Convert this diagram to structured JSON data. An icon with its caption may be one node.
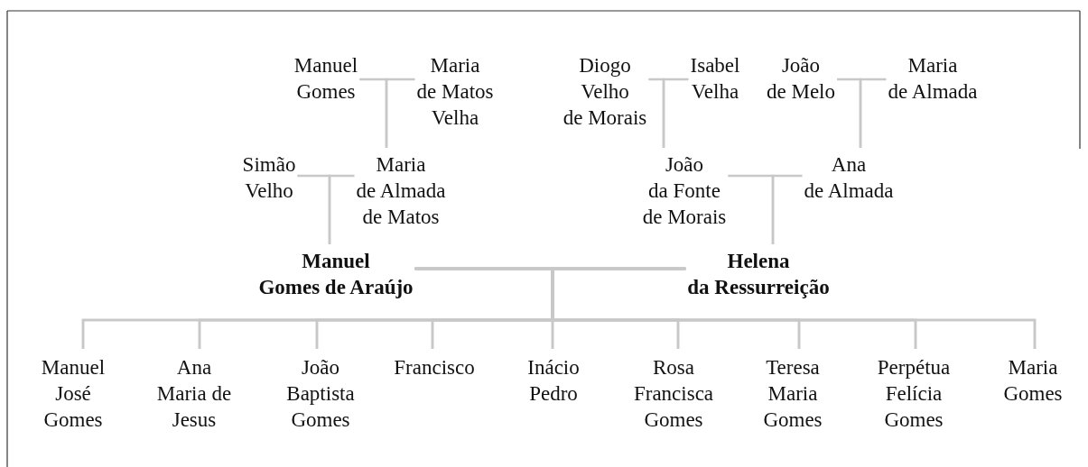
{
  "diagram": {
    "nodes": [
      {
        "text": [
          "Manuel Gomes"
        ]
      },
      {
        "text": [
          "Maria de Matos Velha"
        ]
      },
      {
        "text": [
          "Diogo Velho de Morais"
        ]
      },
      {
        "text": [
          "Isabel Velha"
        ]
      },
      {
        "text": [
          "João de Melo"
        ]
      },
      {
        "text": [
          "Maria de Almada"
        ]
      },
      {
        "text": [
          "Simão Velho"
        ]
      },
      {
        "text": [
          "Maria de Almada de Matos"
        ]
      },
      {
        "text": [
          "João da Fonte de Morais"
        ]
      },
      {
        "text": [
          "Ana de Almada"
        ]
      },
      {
        "text": [
          "Manuel Gomes de Araújo"
        ]
      },
      {
        "text": [
          "Helena da Ressurreição"
        ]
      },
      {
        "text": [
          "Manuel José Gomes"
        ]
      },
      {
        "text": [
          "Ana Maria de Jesus"
        ]
      },
      {
        "text": [
          "João Baptista Gomes"
        ]
      },
      {
        "text": [
          "Francisco"
        ]
      },
      {
        "text": [
          "Inácio Pedro"
        ]
      },
      {
        "text": [
          "Rosa Francisca Gomes"
        ]
      },
      {
        "text": [
          "Teresa Maria Gomes"
        ]
      },
      {
        "text": [
          "Perpétua Felícia Gomes"
        ]
      },
      {
        "text": [
          "Maria Gomes"
        ]
      }
    ],
    "edges": [
      {
        "from": 0,
        "to": 7,
        "arrow": "none"
      },
      {
        "from": 1,
        "to": 7,
        "arrow": "none"
      },
      {
        "from": 2,
        "to": 8,
        "arrow": "none"
      },
      {
        "from": 3,
        "to": 8,
        "arrow": "none"
      },
      {
        "from": 4,
        "to": 9,
        "arrow": "none"
      },
      {
        "from": 5,
        "to": 9,
        "arrow": "none"
      },
      {
        "from": 6,
        "to": 10,
        "arrow": "none"
      },
      {
        "from": 7,
        "to": 10,
        "arrow": "none"
      },
      {
        "from": 8,
        "to": 11,
        "arrow": "none"
      },
      {
        "from": 9,
        "to": 11,
        "arrow": "none"
      },
      {
        "from": 10,
        "to": 12,
        "arrow": "none"
      },
      {
        "from": 11,
        "to": 12,
        "arrow": "none"
      },
      {
        "from": 10,
        "to": 13,
        "arrow": "none"
      },
      {
        "from": 11,
        "to": 13,
        "arrow": "none"
      },
      {
        "from": 10,
        "to": 14,
        "arrow": "none"
      },
      {
        "from": 11,
        "to": 14,
        "arrow": "none"
      },
      {
        "from": 10,
        "to": 15,
        "arrow": "none"
      },
      {
        "from": 11,
        "to": 15,
        "arrow": "none"
      },
      {
        "from": 10,
        "to": 16,
        "arrow": "none"
      },
      {
        "from": 11,
        "to": 16,
        "arrow": "none"
      },
      {
        "from": 10,
        "to": 17,
        "arrow": "none"
      },
      {
        "from": 11,
        "to": 17,
        "arrow": "none"
      },
      {
        "from": 10,
        "to": 18,
        "arrow": "none"
      },
      {
        "from": 11,
        "to": 18,
        "arrow": "none"
      },
      {
        "from": 10,
        "to": 19,
        "arrow": "none"
      },
      {
        "from": 11,
        "to": 19,
        "arrow": "none"
      },
      {
        "from": 10,
        "to": 20,
        "arrow": "none"
      },
      {
        "from": 11,
        "to": 20,
        "arrow": "none"
      }
    ]
  }
}
